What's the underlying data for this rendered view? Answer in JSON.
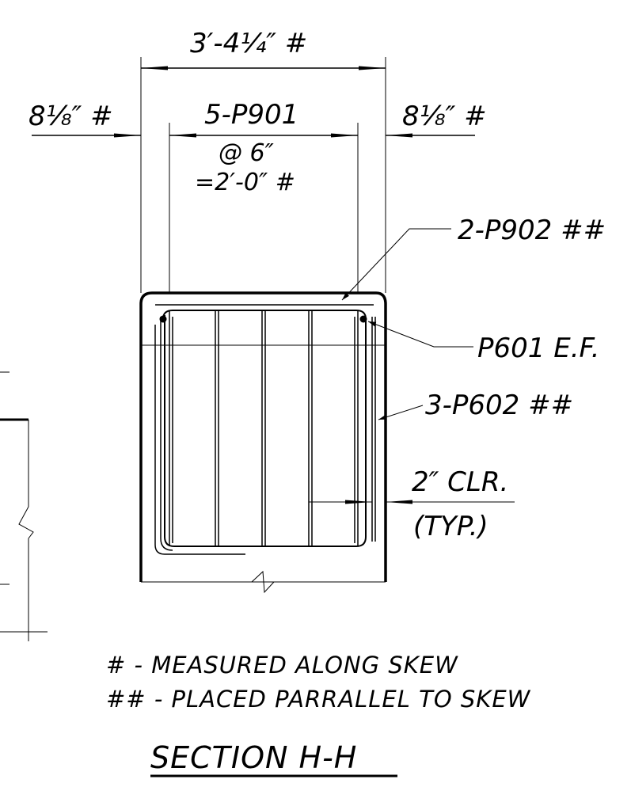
{
  "dims": {
    "overall_width": "3′-4¼″ #",
    "left_edge": "8⅛″ #",
    "right_edge": "8⅛″ #",
    "bars_count": "5-P901",
    "bars_spacing": "@ 6″",
    "bars_total": "=2′-0″ #"
  },
  "callouts": {
    "top_bars": "2-P902 ##",
    "corner_bar": "P601 E.F.",
    "side_bars": "3-P602 ##",
    "clearance": "2″ CLR.",
    "clearance_note": "(TYP.)"
  },
  "notes": {
    "note1": "# - MEASURED ALONG SKEW",
    "note2": "## - PLACED PARRALLEL TO SKEW"
  },
  "title": "SECTION H-H"
}
